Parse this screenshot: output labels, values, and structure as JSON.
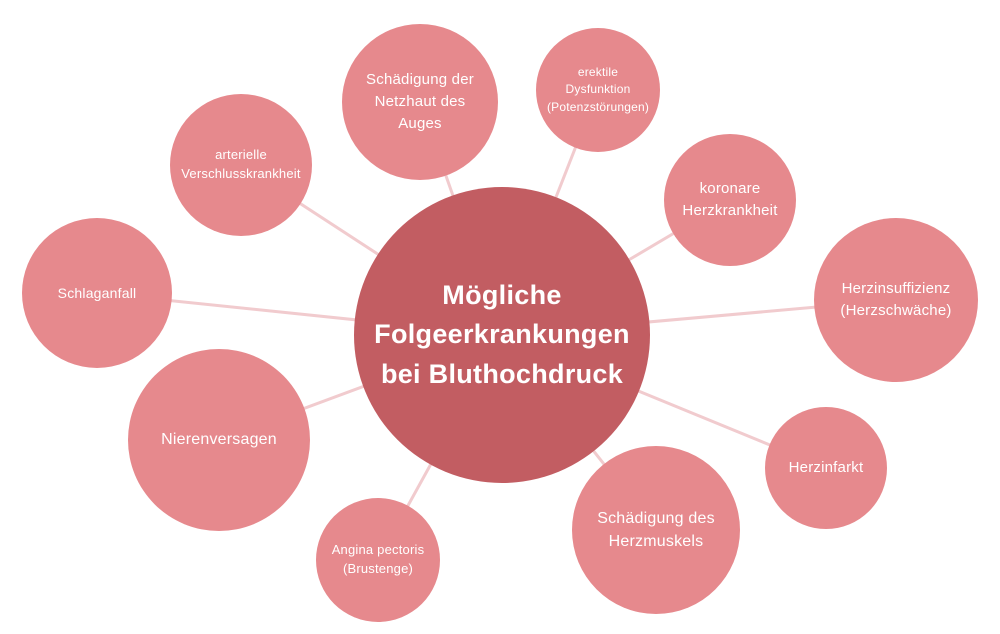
{
  "diagram": {
    "title": "Mögliche Folgeerkrankungen bei Bluthochdruck",
    "center": {
      "label": "Mögliche\nFolgeerkrankungen\nbei Bluthochdruck"
    },
    "nodes": [
      {
        "label": "arterielle\nVerschlusskrankheit"
      },
      {
        "label": "Schädigung der\nNetzhaut des\nAuges"
      },
      {
        "label": "erektile\nDysfunktion\n(Potenzstörungen)"
      },
      {
        "label": "koronare\nHerzkrankheit"
      },
      {
        "label": "Herzinsuffizienz\n(Herzschwäche)"
      },
      {
        "label": "Herzinfarkt"
      },
      {
        "label": "Schädigung des\nHerzmuskels"
      },
      {
        "label": "Angina pectoris\n(Brustenge)"
      },
      {
        "label": "Nierenversagen"
      },
      {
        "label": "Schlaganfall"
      }
    ]
  },
  "colors": {
    "center": "#c25d62",
    "satellite": "#e6898d",
    "link": "#f1cbce"
  }
}
